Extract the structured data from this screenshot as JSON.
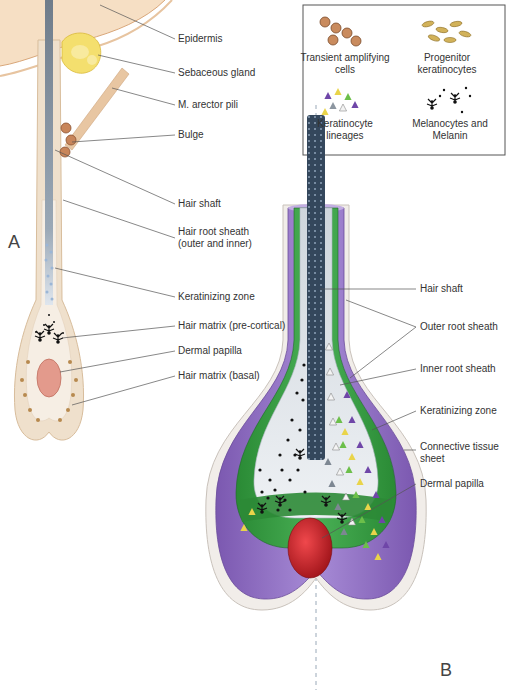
{
  "diagram": {
    "labels": [
      "Epidermis",
      "Sebaceous gland",
      "M. arector pili",
      "Bulge",
      "Hair shaft",
      "Hair root sheath (outer and inner)",
      "Keratinizing zone",
      "Hair matrix (pre-cortical)",
      "Dermal papilla",
      "Hair matrix (basal)",
      "A",
      "Hair shaft",
      "Outer root sheath",
      "Inner root sheath",
      "Keratinizing zone",
      "Connective tissue sheet",
      "Dermal papilla",
      "B"
    ],
    "legend": [
      {
        "text": "Transient amplifying cells"
      },
      {
        "text": "Progenitor keratinocytes"
      },
      {
        "text": "Keratinocyte lineages"
      },
      {
        "text": "Melanocytes and Melanin"
      }
    ]
  }
}
